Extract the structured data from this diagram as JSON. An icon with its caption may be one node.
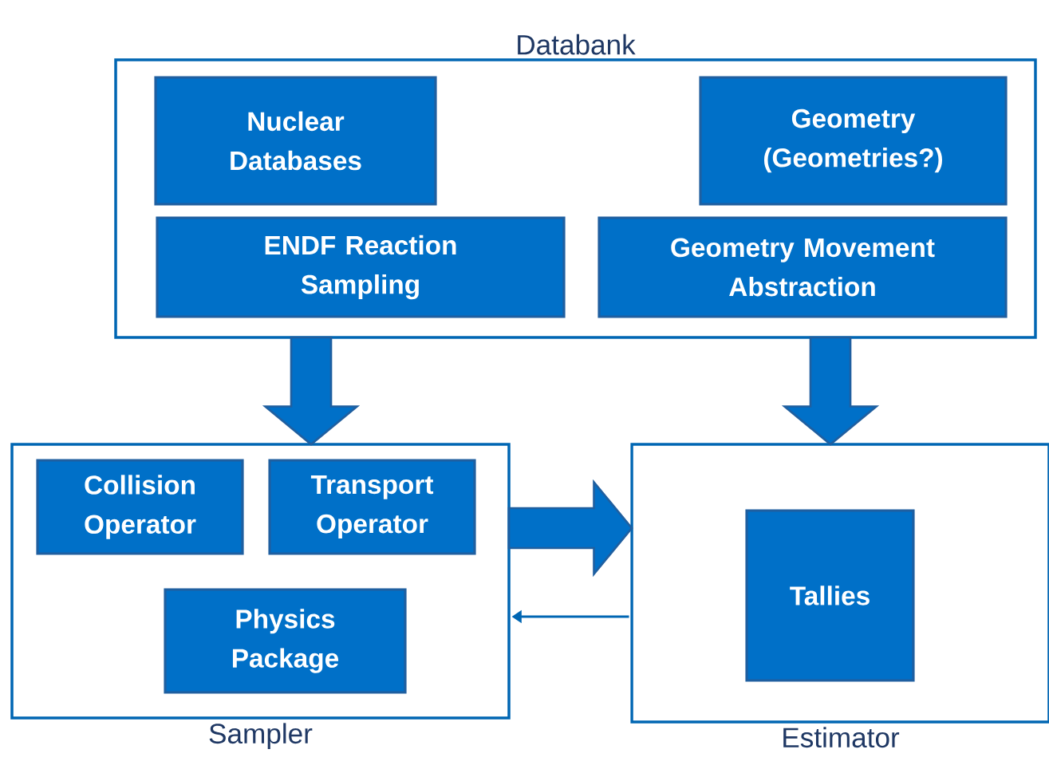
{
  "diagram": {
    "nodes": [
      {
        "text": [
          "Databank"
        ]
      },
      {
        "text": [
          "Nuclear Databases"
        ],
        "in": 0
      },
      {
        "text": [
          "Geometry (Geometries?)"
        ],
        "in": 0
      },
      {
        "text": [
          "ENDF Reaction Sampling"
        ],
        "in": 0
      },
      {
        "text": [
          "Geometry Movement Abstraction"
        ],
        "in": 0
      },
      {
        "text": [
          "Sampler"
        ]
      },
      {
        "text": [
          "Collision Operator"
        ],
        "in": 5
      },
      {
        "text": [
          "Transport Operator"
        ],
        "in": 5
      },
      {
        "text": [
          "Physics Package"
        ],
        "in": 5
      },
      {
        "text": [
          "Estimator"
        ]
      },
      {
        "text": [
          "Tallies"
        ],
        "in": 9
      }
    ],
    "edges": [
      {
        "from": 0,
        "to": 5,
        "arrow": "to",
        "style": "thick"
      },
      {
        "from": 0,
        "to": 9,
        "arrow": "to",
        "style": "thick"
      },
      {
        "from": 5,
        "to": 9,
        "arrow": "to",
        "style": "thick"
      },
      {
        "from": 9,
        "to": 5,
        "arrow": "to"
      }
    ]
  }
}
